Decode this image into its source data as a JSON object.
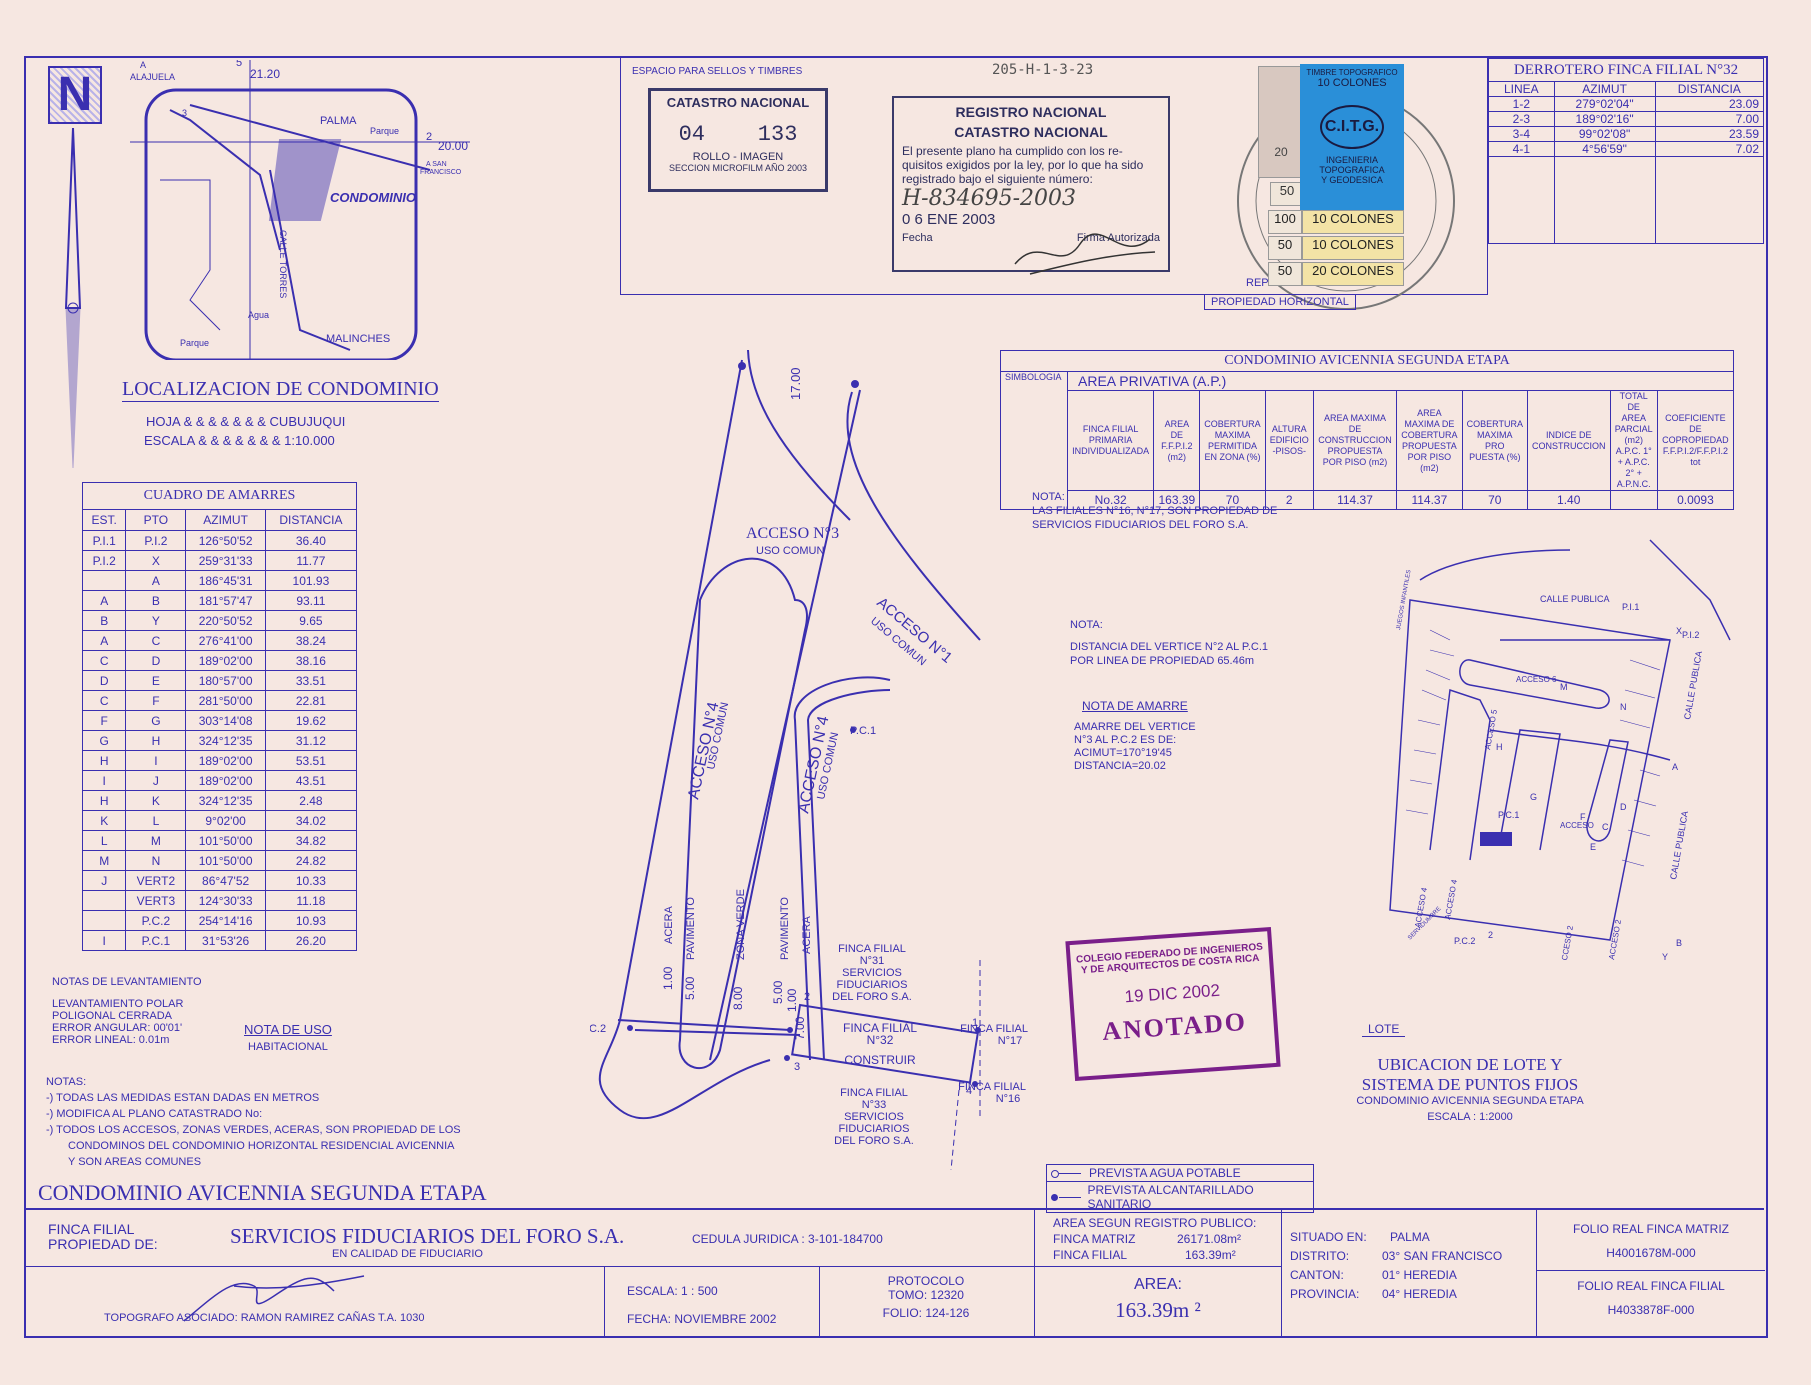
{
  "north_letter": "N",
  "location_map": {
    "labels": {
      "a": "A",
      "alajuela": "ALAJUELA",
      "five": "5",
      "c2120": "21.20",
      "three": "3",
      "palma": "PALMA",
      "parque1": "Parque",
      "two": "2",
      "c2000": "20.00",
      "a_san": "A SAN",
      "francisco": "FRANCISCO",
      "condominio": "CONDOMINIO",
      "calle_torres": "CALLE TORRES",
      "agua": "Agua",
      "parque2": "Parque",
      "malinches": "MALINCHES"
    },
    "title": "LOCALIZACION DE CONDOMINIO",
    "hoja": "HOJA & & & & & & & CUBUJUQUI",
    "escala": "ESCALA & & & & & & & 1:10.000"
  },
  "cuadro_amarres": {
    "title": "CUADRO DE AMARRES",
    "headers": [
      "EST.",
      "PTO",
      "AZIMUT",
      "DISTANCIA"
    ],
    "rows": [
      [
        "P.I.1",
        "P.I.2",
        "126°50'52",
        "36.40"
      ],
      [
        "P.I.2",
        "X",
        "259°31'33",
        "11.77"
      ],
      [
        "",
        "A",
        "186°45'31",
        "101.93"
      ],
      [
        "A",
        "B",
        "181°57'47",
        "93.11"
      ],
      [
        "B",
        "Y",
        "220°50'52",
        "9.65"
      ],
      [
        "A",
        "C",
        "276°41'00",
        "38.24"
      ],
      [
        "C",
        "D",
        "189°02'00",
        "38.16"
      ],
      [
        "D",
        "E",
        "180°57'00",
        "33.51"
      ],
      [
        "C",
        "F",
        "281°50'00",
        "22.81"
      ],
      [
        "F",
        "G",
        "303°14'08",
        "19.62"
      ],
      [
        "G",
        "H",
        "324°12'35",
        "31.12"
      ],
      [
        "H",
        "I",
        "189°02'00",
        "53.51"
      ],
      [
        "I",
        "J",
        "189°02'00",
        "43.51"
      ],
      [
        "H",
        "K",
        "324°12'35",
        "2.48"
      ],
      [
        "K",
        "L",
        "9°02'00",
        "34.02"
      ],
      [
        "L",
        "M",
        "101°50'00",
        "34.82"
      ],
      [
        "M",
        "N",
        "101°50'00",
        "24.82"
      ],
      [
        "J",
        "VERT2",
        "86°47'52",
        "10.33"
      ],
      [
        "",
        "VERT3",
        "124°30'33",
        "11.18"
      ],
      [
        "",
        "P.C.2",
        "254°14'16",
        "10.93"
      ],
      [
        "I",
        "P.C.1",
        "31°53'26",
        "26.20"
      ]
    ]
  },
  "notas_levantamiento": {
    "title": "NOTAS DE LEVANTAMIENTO",
    "lines": [
      "LEVANTAMIENTO POLAR",
      "POLIGONAL CERRADA",
      "ERROR ANGULAR: 00'01'",
      "ERROR LINEAL: 0.01m"
    ],
    "nota_uso_title": "NOTA DE USO",
    "nota_uso_value": "HABITACIONAL"
  },
  "notas": {
    "title": "NOTAS:",
    "lines": [
      "-) TODAS LAS MEDIDAS ESTAN DADAS EN METROS",
      "-) MODIFICA AL PLANO CATASTRADO No:",
      "-) TODOS LOS ACCESOS, ZONAS VERDES, ACERAS, SON PROPIEDAD DE LOS",
      "CONDOMINOS DEL CONDOMINIO HORIZONTAL RESIDENCIAL AVICENNIA",
      "Y SON AREAS COMUNES"
    ]
  },
  "stamps": {
    "espacio": "ESPACIO PARA SELLOS Y TIMBRES",
    "catastro_nacional": "CATASTRO NACIONAL",
    "catastro_num1": "04",
    "catastro_num2": "133",
    "rollo": "ROLLO - IMAGEN",
    "seccion": "SECCION MICROFILM AÑO 2003",
    "handwritten_code": "205-H-1-3-23",
    "registro_l1": "REGISTRO NACIONAL",
    "registro_l2": "CATASTRO NACIONAL",
    "registro_body": "El presente plano ha cumplido con los re- quisitos exigidos por la ley, por lo que ha sido registrado bajo el siguiente número:",
    "registro_number": "H-834695-2003",
    "registro_date": "0 6 ENE 2003",
    "registro_fecha": "Fecha",
    "registro_firma": "Firma Autorizada",
    "propiedad_horizontal": "PROPIEDAD HORIZONTAL",
    "timbre_top": "TIMBRE TOPOGRAFICO",
    "timbre_10": "10 COLONES",
    "timbre_logo": "C.I.T.G.",
    "timbre_ing1": "INGENIERIA",
    "timbre_ing2": "TOPOGRAFICA",
    "timbre_ing3": "Y GEODESICA",
    "timbre_rows": [
      {
        "n": "100",
        "t": "10 COLONES"
      },
      {
        "n": "50",
        "t": "10 COLONES"
      },
      {
        "n": "50",
        "t": "20 COLONES"
      }
    ],
    "timbre_50": "50",
    "timbre_20": "20",
    "seal_text": "REPUBLICA DE COSTA RICA",
    "cfia_l1": "COLEGIO FEDERADO DE INGENIEROS",
    "cfia_l2": "Y DE ARQUITECTOS DE COSTA RICA",
    "cfia_date": "19 DIC 2002",
    "cfia_anotado": "ANOTADO"
  },
  "derrotero": {
    "title": "DERROTERO FINCA FILIAL N°32",
    "headers": [
      "LINEA",
      "AZIMUT",
      "DISTANCIA"
    ],
    "rows": [
      [
        "1-2",
        "279°02'04\"",
        "23.09"
      ],
      [
        "2-3",
        "189°02'16\"",
        "7.00"
      ],
      [
        "3-4",
        "99°02'08\"",
        "23.59"
      ],
      [
        "4-1",
        "4°56'59\"",
        "7.02"
      ]
    ]
  },
  "condo_table": {
    "title": "CONDOMINIO AVICENNIA SEGUNDA ETAPA",
    "simbologia": "SIMBOLOGIA",
    "area_privativa": "AREA PRIVATIVA (A.P.)",
    "headers": [
      "FINCA FILIAL PRIMARIA INDIVIDUALIZADA",
      "AREA DE F.F.P.I.2 (m2)",
      "COBERTURA MAXIMA PERMITIDA EN ZONA (%)",
      "ALTURA EDIFICIO -PISOS-",
      "AREA MAXIMA DE CONSTRUCCION PROPUESTA POR PISO (m2)",
      "AREA MAXIMA DE COBERTURA PROPUESTA POR PISO (m2)",
      "COBERTURA MAXIMA PRO PUESTA (%)",
      "INDICE DE CONSTRUCCION",
      "TOTAL DE AREA PARCIAL (m2) A.P.C. 1° + A.P.C. 2° + A.P.N.C.",
      "COEFICIENTE DE COPROPIEDAD F.F.P.I.2/F.F.P.I.2 tot"
    ],
    "row": [
      "No.32",
      "163.39",
      "70",
      "2",
      "114.37",
      "114.37",
      "70",
      "1.40",
      "",
      "0.0093"
    ]
  },
  "nota1": {
    "title": "NOTA:",
    "text1": "LAS FILIALES N°16, N°17, SON PROPIEDAD DE",
    "text2": "SERVICIOS FIDUCIARIOS DEL FORO S.A."
  },
  "nota2": {
    "title": "NOTA:",
    "text1": "DISTANCIA DEL VERTICE N°2 AL P.C.1",
    "text2": "POR LINEA DE PROPIEDAD 65.46m"
  },
  "nota_amarre": {
    "title": "NOTA DE AMARRE",
    "lines": [
      "AMARRE DEL VERTICE",
      "N°3 AL P.C.2 ES DE:",
      "ACIMUT=170°19'45",
      "DISTANCIA=20.02"
    ]
  },
  "plan": {
    "d17": "17.00",
    "acceso3": "ACCESO N°3",
    "acceso3_uso": "USO COMUN",
    "acceso1": "ACCESO N°1",
    "acceso1_uso": "USO COMUN",
    "acceso4a": "ACCESO N°4",
    "acceso4a_uso": "USO COMUN",
    "acceso4b": "ACCESO N°4",
    "acceso4b_uso": "USO COMUN",
    "pc1": "P.C.1",
    "pc2": "P.C.2",
    "acera": "ACERA",
    "pavimento": "PAVIMENTO",
    "zona_verde": "ZONA VERDE",
    "d100": "1.00",
    "d500": "5.00",
    "d800": "8.00",
    "d700": "7.00",
    "v1": "1",
    "v2": "2",
    "v3": "3",
    "v4": "4",
    "ff31": [
      "FINCA FILIAL",
      "N°31",
      "SERVICIOS",
      "FIDUCIARIOS",
      "DEL FORO S.A."
    ],
    "ff32": [
      "FINCA FILIAL",
      "N°32",
      "CONSTRUIR"
    ],
    "ff33": [
      "FINCA FILIAL",
      "N°33",
      "SERVICIOS",
      "FIDUCIARIOS",
      "DEL FORO S.A."
    ],
    "ff17": [
      "FINCA FILIAL",
      "N°17"
    ],
    "ff16": [
      "FINCA FILIAL",
      "N°16"
    ]
  },
  "ubicacion": {
    "calle_publica1": "CALLE PUBLICA",
    "calle_publica2": "CALLE PUBLICA",
    "calle_publica3": "CALLE PUBLICA",
    "pi1": "P.I.1",
    "pi2": "P.I.2",
    "x": "X",
    "a": "A",
    "b": "B",
    "y": "Y",
    "m": "M",
    "n": "N",
    "c": "C",
    "d": "D",
    "e": "E",
    "f": "F",
    "g": "G",
    "h": "H",
    "pc1": "P.C.1",
    "pc2": "P.C.2",
    "two": "2",
    "acceso": "ACCESO",
    "acceso5": "ACCESO 5",
    "acceso6": "ACCESO 6",
    "acceso4": "ACCESO 4",
    "acceso2": "ACCESO 2",
    "juegos": "JUEGOS INFANTILES",
    "servidumbre": "SERVIDUMBRE",
    "lote": "LOTE",
    "title1": "UBICACION DE LOTE Y",
    "title2": "SISTEMA DE PUNTOS FIJOS",
    "subtitle": "CONDOMINIO AVICENNIA SEGUNDA ETAPA",
    "escala": "ESCALA : 1:2000"
  },
  "legend": {
    "agua": "PREVISTA AGUA POTABLE",
    "alcantarillado": "PREVISTA ALCANTARILLADO SANITARIO"
  },
  "title_block": {
    "main_title": "CONDOMINIO AVICENNIA SEGUNDA ETAPA",
    "finca_filial": "FINCA FILIAL",
    "propiedad_de": "PROPIEDAD DE:",
    "owner": "SERVICIOS FIDUCIARIOS DEL FORO S.A.",
    "cedula": "CEDULA JURIDICA : 3-101-184700",
    "calidad": "EN CALIDAD DE FIDUCIARIO",
    "topografo": "TOPOGRAFO ASOCIADO: RAMON RAMIREZ CAÑAS  T.A. 1030",
    "escala": "ESCALA:   1 : 500",
    "fecha": "FECHA: NOVIEMBRE 2002",
    "protocolo": "PROTOCOLO",
    "tomo": "TOMO:    12320",
    "folio": "FOLIO:  124-126",
    "area_reg": "AREA SEGUN REGISTRO PUBLICO:",
    "finca_matriz_lbl": "FINCA MATRIZ",
    "finca_matriz_val": "26171.08m²",
    "finca_filial_lbl": "FINCA FILIAL",
    "finca_filial_val": "163.39m²",
    "area_lbl": "AREA:",
    "area_val": "163.39m ²",
    "situado": "SITUADO EN:",
    "situado_val": "PALMA",
    "distrito": "DISTRITO:",
    "distrito_val": "03° SAN FRANCISCO",
    "canton": "CANTON:",
    "canton_val": "01° HEREDIA",
    "provincia": "PROVINCIA:",
    "provincia_val": "04° HEREDIA",
    "folio_matriz": "FOLIO REAL FINCA MATRIZ",
    "folio_matriz_val": "H4001678M-000",
    "folio_filial": "FOLIO REAL FINCA FILIAL",
    "folio_filial_val": "H4033878F-000"
  },
  "colors": {
    "ink": "#3a2fb0",
    "paper": "#f6e7e1",
    "stamp": "#2e2e5e",
    "cfia": "#7a1f8a",
    "timbre_blue": "#2a8fd8"
  }
}
